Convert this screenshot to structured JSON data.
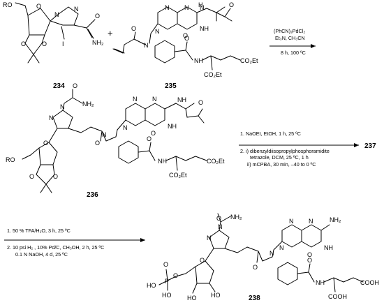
{
  "compounds": {
    "c234": "234",
    "c235": "235",
    "c236": "236",
    "c237": "237",
    "c238": "238"
  },
  "plus_sign": "+",
  "step1": {
    "reagent_a": "(PhCN)₂PdCl₂",
    "reagent_b": "Et₃N, CH₃CN",
    "time_temp": "8 h, 100 ºC"
  },
  "step2": {
    "line1": "1. NaOEt, EtOH, 1 h, 25 ºC",
    "line2": "2. i) dibenzyldiisopropylphosphoramidite",
    "line3": "tetrazole, DCM, 25 ºC, 1 h",
    "line4": "ii) mCPBA, 30 min, –40 to 0 ºC"
  },
  "step3": {
    "line1": "1. 50 % TFA/H₂O, 3 h, 25 ºC",
    "line2": "2. 10 psi H₂ , 10% Pd/C, CH₃OH, 2 h, 25 ºC",
    "line3": "0.1 N NaOH, 4 d, 25 ºC"
  },
  "atoms": {
    "RO": "RO",
    "O": "O",
    "N": "N",
    "I": "I",
    "NH2": "NH₂",
    "NH": "NH",
    "H": "H",
    "CO2Et": "CO₂Et",
    "COOH": "COOH",
    "HO": "HO",
    "P": "P"
  }
}
